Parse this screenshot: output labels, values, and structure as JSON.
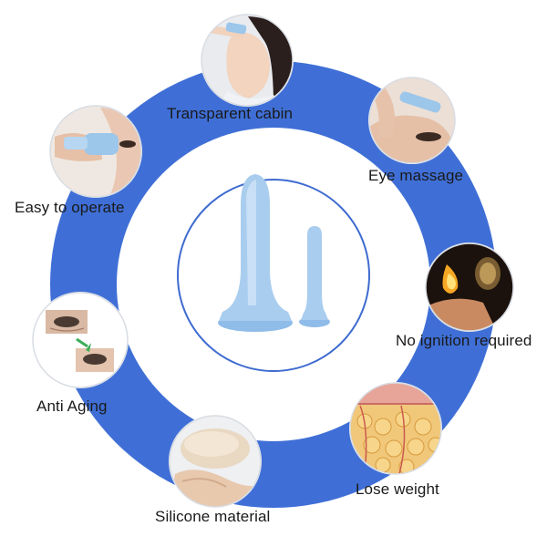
{
  "colors": {
    "ring_blue": "#3f6fd6",
    "inner_outline": "#3e6bd0",
    "cup_blue": "#a9cdee",
    "background": "#ffffff"
  },
  "icons": {
    "center": "silicone-cups-icon",
    "transparent_cabin": "woman-face-cup-icon",
    "eye_massage": "eye-cup-massage-icon",
    "no_ignition": "flame-glass-cup-icon",
    "lose_weight": "fat-tissue-icon",
    "silicone_material": "silicone-sheet-icon",
    "anti_aging": "eye-before-after-icon",
    "easy_to_operate": "face-cup-icon"
  },
  "features": {
    "transparent_cabin": "Transparent cabin",
    "eye_massage": "Eye massage",
    "no_ignition": "No ignition required",
    "lose_weight": "Lose weight",
    "silicone_material": "Silicone material",
    "anti_aging": "Anti Aging",
    "easy_to_operate": "Easy to operate"
  }
}
